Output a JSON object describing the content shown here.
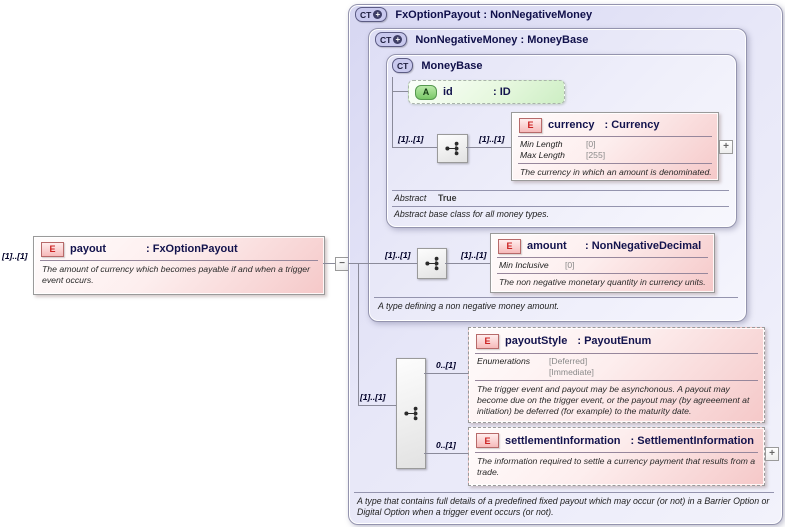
{
  "badges": {
    "ct": "CT",
    "e": "E",
    "a": "A",
    "plus": "+",
    "minus": "−",
    "expand": "+"
  },
  "colors": {
    "container_fill": "#dfdff5",
    "element_fill": "#f5c8c8",
    "attribute_fill": "#cdeec4",
    "badge_ct_fill": "#c9c9ee",
    "badge_e_text": "#cc2222",
    "title_text": "#10104a"
  },
  "payout": {
    "cardinality": "[1]..[1]",
    "name": "payout",
    "type": ": FxOptionPayout",
    "description": "The amount of currency which becomes payable if and when a trigger event occurs."
  },
  "fxOptionPayout": {
    "title": "FxOptionPayout : NonNegativeMoney",
    "footer": "A type that contains full details of a predefined fixed payout which may occur (or not) in a Barrier Option or Digital Option when a trigger event occurs (or not).",
    "contentCardinality": "[1]..[1]"
  },
  "nonNegativeMoney": {
    "title": "NonNegativeMoney : MoneyBase",
    "footer": "A type defining a non negative money amount."
  },
  "moneyBase": {
    "title": "MoneyBase",
    "abstractLabel": "Abstract",
    "abstractValue": "True",
    "footer": "Abstract base class for all money types."
  },
  "idAttribute": {
    "name": "id",
    "type": ": ID"
  },
  "currency": {
    "cardLeft": "[1]..[1]",
    "cardRight": "[1]..[1]",
    "name": "currency",
    "type": ": Currency",
    "facets": [
      {
        "label": "Min Length",
        "value": "[0]"
      },
      {
        "label": "Max Length",
        "value": "[255]"
      }
    ],
    "description": "The currency in which an amount is denominated."
  },
  "amount": {
    "cardLeft": "[1]..[1]",
    "cardRight": "[1]..[1]",
    "name": "amount",
    "type": ": NonNegativeDecimal",
    "facets": [
      {
        "label": "Min Inclusive",
        "value": "[0]"
      }
    ],
    "description": "The non negative monetary quantity in currency units."
  },
  "payoutStyle": {
    "cardinality": "0..[1]",
    "name": "payoutStyle",
    "type": ": PayoutEnum",
    "facetLabel": "Enumerations",
    "facetValues": [
      "[Deferred]",
      "[Immediate]"
    ],
    "description": "The trigger event and payout may be asynchonous. A payout may become due on the trigger event, or the payout may (by agreeement at initiation) be deferred (for example) to the maturity date."
  },
  "settlementInformation": {
    "cardinality": "0..[1]",
    "name": "settlementInformation",
    "type": ": SettlementInformation",
    "description": "The information required to settle a currency payment that results from a trade."
  }
}
